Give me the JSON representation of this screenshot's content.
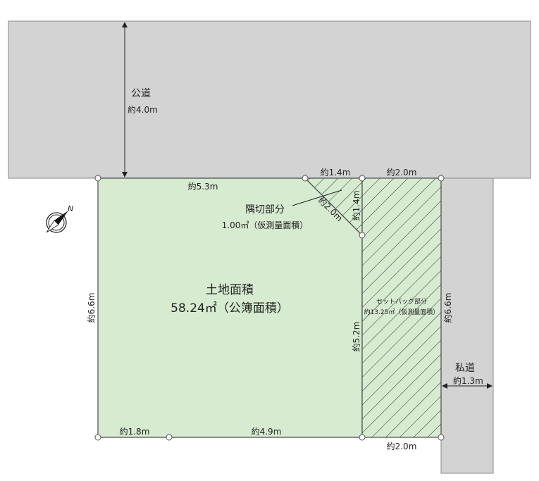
{
  "colors": {
    "road": "#d3d3d3",
    "land": "#d6ebd0",
    "line": "#4a4a4a",
    "hatch": "#2a2a2a"
  },
  "public_road": {
    "label": "公道",
    "width": "約4.0m"
  },
  "private_road": {
    "label": "私道",
    "width": "約1.3m"
  },
  "land": {
    "title": "土地面積",
    "area": "58.24㎡（公簿面積）"
  },
  "corner_cut": {
    "label": "隅切部分",
    "area": "1.00㎡（仮測量面積）",
    "diagonal": "約2.0m",
    "top": "約1.4m",
    "side": "約1.4m"
  },
  "setback": {
    "label": "セットバック部分",
    "area": "約13.25㎡（仮測量面積）",
    "top": "約2.0m",
    "bottom": "約2.0m",
    "right": "約6.6m"
  },
  "dimensions": {
    "top": "約5.3m",
    "left": "約6.6m",
    "bottom_left": "約1.8m",
    "bottom_mid": "約4.9m",
    "inner_right": "約5.2m"
  },
  "compass": {
    "north": "N"
  }
}
